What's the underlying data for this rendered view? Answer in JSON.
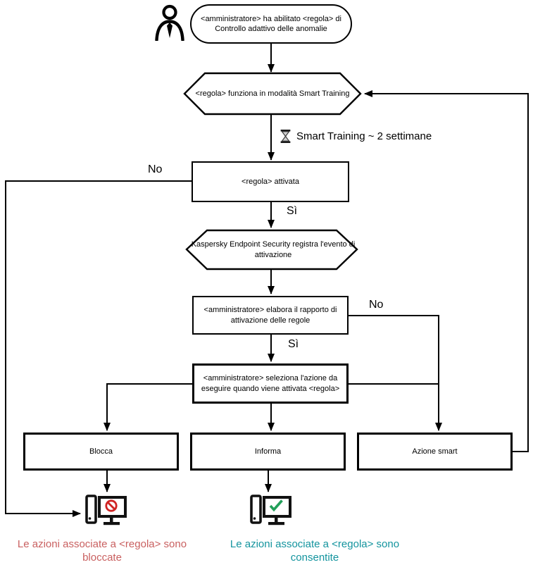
{
  "nodes": {
    "admin_enabled": "<amministratore> ha abilitato <regola> di Controllo adattivo delle anomalie",
    "smart_training_mode": "<regola> funziona in modalità Smart Training",
    "rule_triggered": "<regola> attivata",
    "kes_logs_event": "Kaspersky Endpoint Security registra l'evento di attivazione",
    "admin_processes_report": "<amministratore> elabora il rapporto di attivazione delle regole",
    "admin_selects_action": "<amministratore> seleziona l'azione da eseguire quando viene attivata <regola>",
    "action_block": "Blocca",
    "action_inform": "Informa",
    "action_smart": "Azione smart"
  },
  "edge_labels": {
    "no_left": "No",
    "yes_top": "Sì",
    "no_right": "No",
    "yes_bottom": "Sì"
  },
  "annotations": {
    "training_duration": "Smart Training ~ 2 settimane"
  },
  "captions": {
    "blocked": "Le azioni associate a <regola> sono bloccate",
    "allowed": "Le azioni associate a <regola> sono consentite"
  },
  "icons": {
    "actor": "actor-icon",
    "hourglass": "hourglass-icon",
    "blocked_computer": "computer-blocked-icon",
    "allowed_computer": "computer-allowed-icon"
  },
  "colors": {
    "line": "#000000",
    "blocked_text": "#c96060",
    "allowed_text": "#13949e",
    "prohibition_sign": "#d02323",
    "check_mark": "#22a05a"
  }
}
